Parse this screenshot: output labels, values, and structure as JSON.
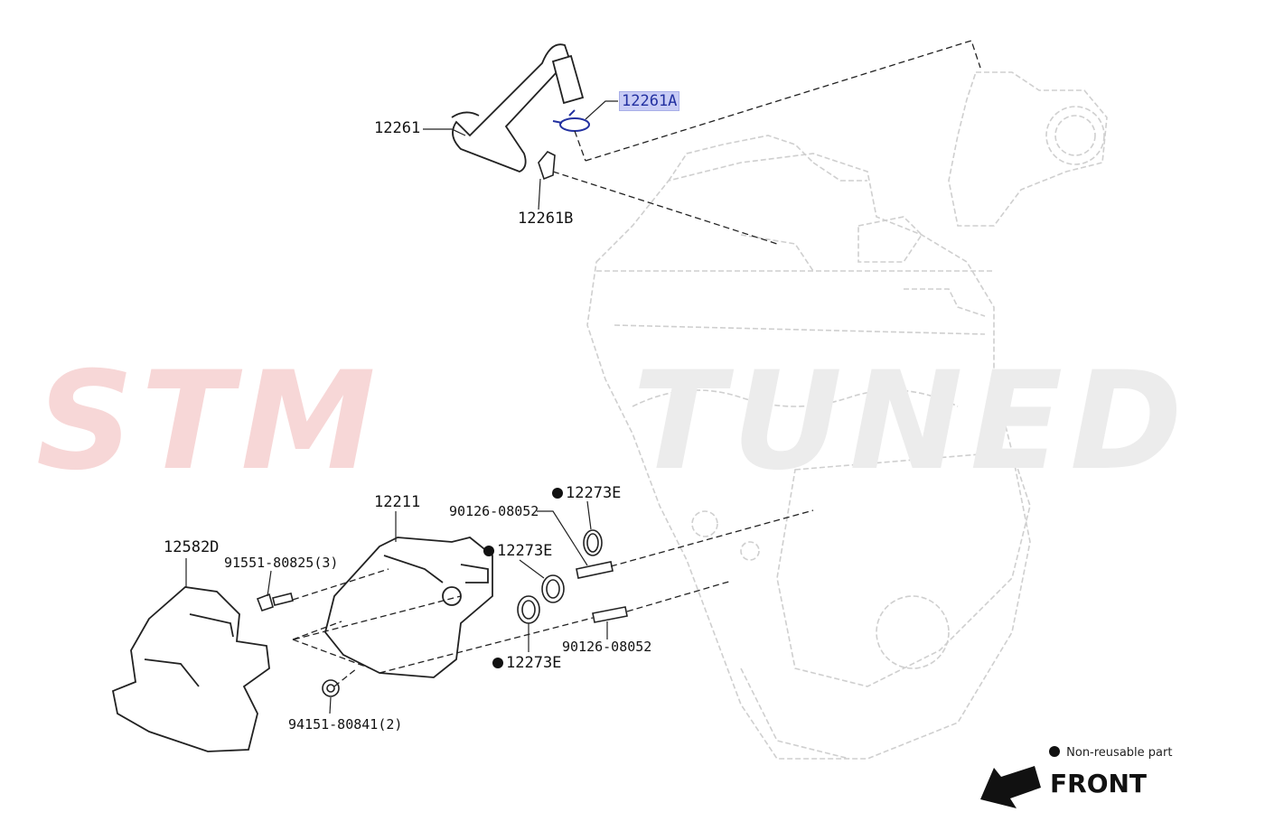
{
  "watermark": {
    "part1": "STM",
    "part2": "TUNED",
    "color1": "#f2c4c4",
    "color2": "#e6e6e6"
  },
  "highlight_color": "#c8ccf5",
  "labels": {
    "hose": "12261",
    "clip_a": "12261A",
    "clip_b": "12261B",
    "cover": "12211",
    "bracket": "12582D",
    "bolt": "91551-80825(3)",
    "nut": "94151-80841(2)",
    "stud_top": "90126-08052",
    "stud_bottom": "90126-08052",
    "gasket_top": "12273E",
    "gasket_mid": "12273E",
    "gasket_bottom": "12273E"
  },
  "legend": {
    "marker": "●",
    "text": "Non-reusable part"
  },
  "front_indicator": {
    "text": "FRONT",
    "arrow_icon": "arrow-left-down-icon"
  }
}
